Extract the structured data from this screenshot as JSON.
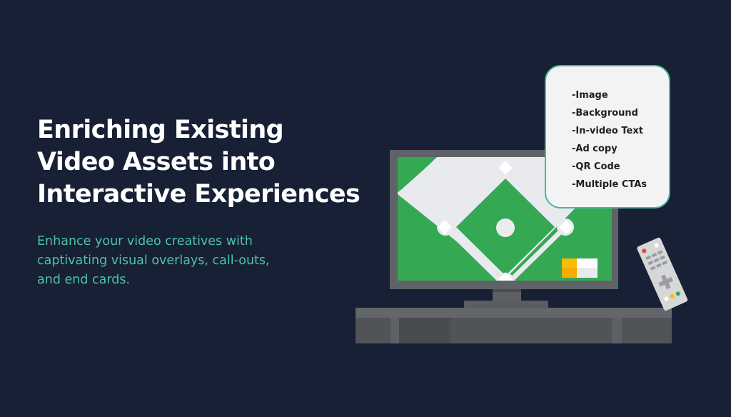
{
  "hero": {
    "headline_lines": [
      "Enriching Existing",
      "Video Assets into",
      "Interactive Experiences"
    ],
    "subtext_lines": [
      "Enhance your video creatives with",
      "captivating visual overlays, call-outs,",
      "and end cards."
    ]
  },
  "callout_card": {
    "items": [
      "-Image",
      "-Background",
      "-In-video Text",
      "-Ad copy",
      "-QR Code",
      "-Multiple CTAs"
    ]
  },
  "illustration": {
    "subject": "television showing baseball field with remote control",
    "icons": [
      "tv-icon",
      "baseball-field-icon",
      "scorebug-icon",
      "remote-control-icon",
      "tv-cabinet-icon"
    ]
  },
  "colors": {
    "background": "#172035",
    "headline": "#ffffff",
    "subtext": "#4cc3a6",
    "card_border": "#4bb69c",
    "field_green": "#34a853",
    "infield_gray": "#e8eaed",
    "scorebug_orange": "#fbbc05",
    "tv_frame": "#5f6267"
  }
}
